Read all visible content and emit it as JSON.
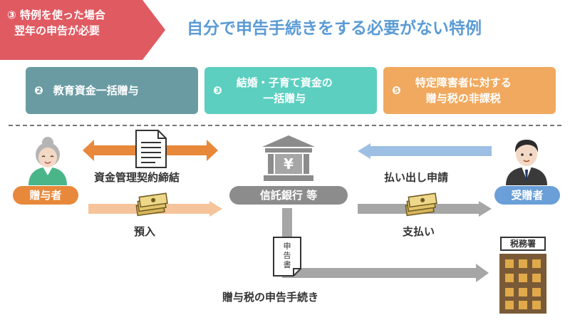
{
  "header": {
    "tag_line1": "③ 特例を使った場合",
    "tag_line2": "翌年の申告が必要",
    "title": "自分で申告手続きをする必要がない特例"
  },
  "exceptions": [
    {
      "number": "❷",
      "label_line1": "教育資金一括贈与",
      "label_line2": "",
      "color": "#6a9ba3"
    },
    {
      "number": "❸",
      "label_line1": "結婚・子育て資金の",
      "label_line2": "一括贈与",
      "color": "#5ccfc0"
    },
    {
      "number": "❺",
      "label_line1": "特定障害者に対する",
      "label_line2": "贈与税の非課税",
      "color": "#f0a95e"
    }
  ],
  "diagram": {
    "giver_label": "贈与者",
    "bank_label": "信託銀行 等",
    "bank_icon_symbol": "¥",
    "receiver_label": "受贈者",
    "contract_label": "資金管理契約締結",
    "deposit_label": "預入",
    "withdrawal_request_label": "払い出し申請",
    "payment_label": "支払い",
    "tax_filing_label": "贈与税の申告手続き",
    "tax_form_text": [
      "申",
      "告",
      "書"
    ],
    "tax_office_label": "税務署"
  },
  "colors": {
    "tag": "#e05a62",
    "title": "#5b9bd5",
    "orange": "#e8883a",
    "orange_light": "#f6c49a",
    "blue_light": "#9dbfe3",
    "gray": "#a6a6a6",
    "bank_pill": "#8c8c8c",
    "receiver_pill": "#6a9fd8"
  }
}
